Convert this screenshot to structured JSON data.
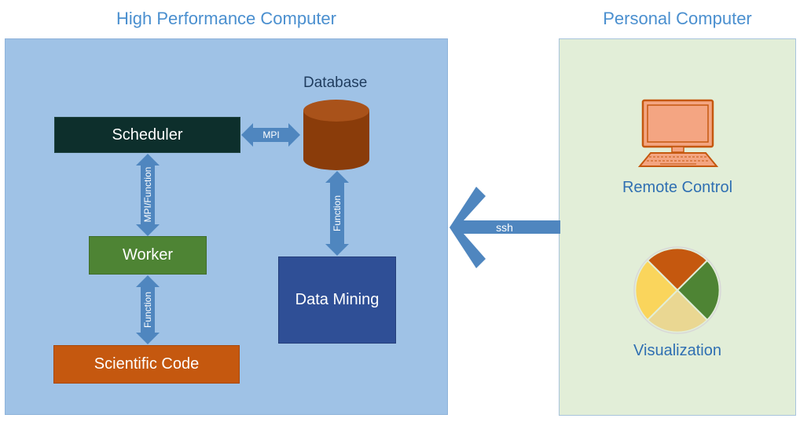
{
  "hpc": {
    "title": "High Performance Computer",
    "scheduler_label": "Scheduler",
    "worker_label": "Worker",
    "scientific_code_label": "Scientific Code",
    "database_label": "Database",
    "data_mining_label": "Data Mining",
    "arrow_mpi": "MPI",
    "arrow_mpi_function": "MPI/Function",
    "arrow_function_worker": "Function",
    "arrow_function_database": "Function"
  },
  "pc": {
    "title": "Personal Computer",
    "remote_control_label": "Remote Control",
    "visualization_label": "Visualization",
    "computer_icon": "computer-icon",
    "pie_icon": "pie-chart-icon"
  },
  "connection": {
    "ssh_label": "ssh"
  },
  "colors": {
    "hpc_panel": "#9fc2e6",
    "pc_panel": "#e2eed8",
    "scheduler": "#0d2f2c",
    "worker": "#4e8434",
    "scientific_code": "#c5580f",
    "data_mining": "#2f4f96",
    "database": "#8a3c0a",
    "arrow": "#4f86bf",
    "title": "#4a8fcf"
  }
}
